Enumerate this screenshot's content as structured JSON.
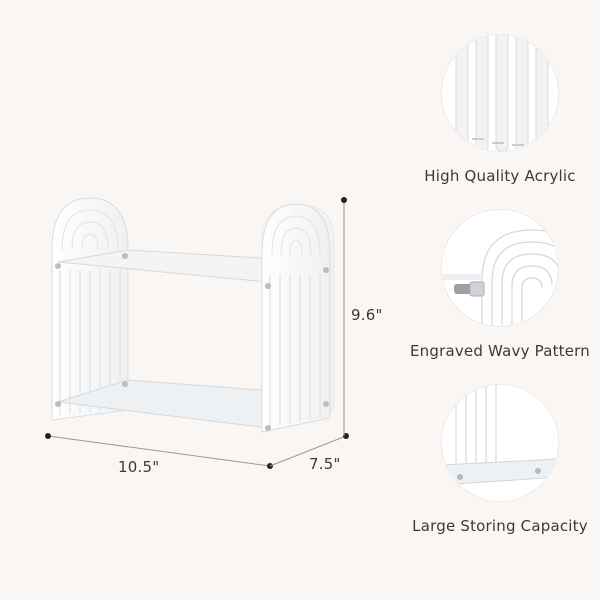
{
  "dimensions": {
    "width": "10.5\"",
    "depth": "7.5\"",
    "height": "9.6\""
  },
  "features": [
    {
      "label": "High Quality Acrylic",
      "icon": "acrylic-slats-closeup"
    },
    {
      "label": "Engraved Wavy Pattern",
      "icon": "wavy-pattern-closeup"
    },
    {
      "label": "Large Storing Capacity",
      "icon": "shelf-corner-closeup"
    }
  ],
  "colors": {
    "background": "#faf6f4",
    "text": "#3a3a3a",
    "acrylic_edge": "#d9dde0"
  }
}
